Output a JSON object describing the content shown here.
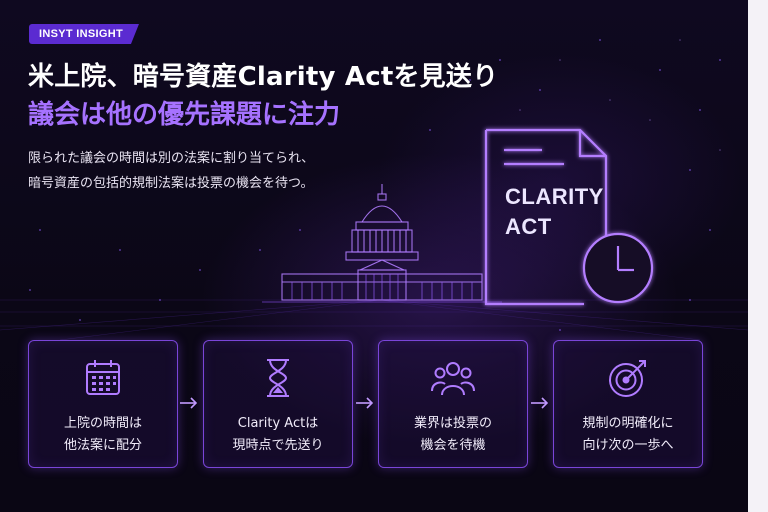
{
  "brand": {
    "tag": "INSYT INSIGHT"
  },
  "headline": {
    "line1": "米上院、暗号資産Clarity Actを見送り",
    "line2": "議会は他の優先課題に注力"
  },
  "subtitle": {
    "line1": "限られた議会の時間は別の法案に割り当てられ、",
    "line2": "暗号資産の包括的規制法案は投票の機会を待つ。"
  },
  "document": {
    "line1": "CLARITY",
    "line2": "ACT"
  },
  "steps": [
    {
      "icon": "calendar-icon",
      "line1": "上院の時間は",
      "line2": "他法案に配分"
    },
    {
      "icon": "hourglass-icon",
      "line1": "Clarity Actは",
      "line2": "現時点で先送り"
    },
    {
      "icon": "people-icon",
      "line1": "業界は投票の",
      "line2": "機会を待機"
    },
    {
      "icon": "target-icon",
      "line1": "規制の明確化に",
      "line2": "向け次の一歩へ"
    }
  ],
  "colors": {
    "background": "#0c0718",
    "accent": "#a672ff",
    "tag": "#5b2bd1",
    "glow": "#8b4dff"
  }
}
